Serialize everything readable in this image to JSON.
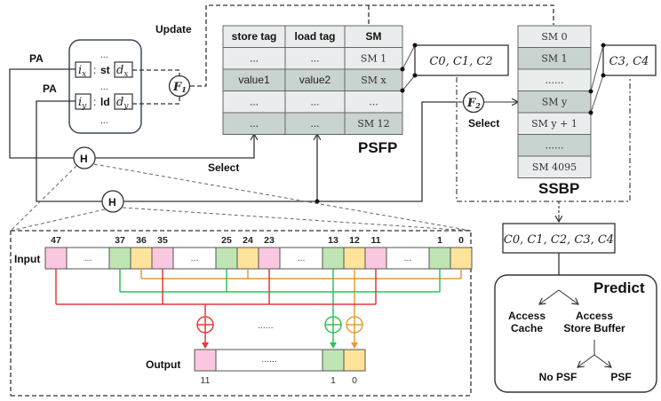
{
  "labels": {
    "update": "Update",
    "pa1": "PA",
    "pa2": "PA",
    "select_psfp": "Select",
    "select_ssbp": "Select",
    "psfp": "PSFP",
    "ssbp": "SSBP",
    "input": "Input",
    "output": "Output",
    "predict": "Predict",
    "access_cache": [
      "Access",
      "Cache"
    ],
    "access_store_buffer": [
      "Access",
      "Store Buffer"
    ],
    "no_psf": "No PSF",
    "psf": "PSF",
    "hash": "H",
    "f1": "F",
    "f1_sub": "1",
    "f2": "F",
    "f2_sub": "2",
    "middle_dots": "......"
  },
  "instr_box": {
    "row1": {
      "index": "i",
      "index_sub": "x",
      "op": "st",
      "dest": "d",
      "dest_sub": "x"
    },
    "row2": {
      "index": "i",
      "index_sub": "y",
      "op": "ld",
      "dest": "d",
      "dest_sub": "y"
    },
    "ellipsis": "..."
  },
  "psfp_table": {
    "headers": [
      "store tag",
      "load tag",
      "SM"
    ],
    "rows": [
      [
        "...",
        "...",
        "SM 1"
      ],
      [
        "value1",
        "value2",
        "SM x"
      ],
      [
        "...",
        "...",
        "..."
      ],
      [
        "...",
        "...",
        "SM 12"
      ]
    ]
  },
  "psfp_counters": "C0, C1, C2",
  "ssbp_table": {
    "rows": [
      "SM 0",
      "SM 1",
      "......",
      "SM y",
      "SM y + 1",
      "......",
      "SM 4095"
    ]
  },
  "ssbp_counters": "C3, C4",
  "all_counters": "C0, C1, C2, C3, C4",
  "hash_detail": {
    "input_bits": [
      {
        "label": "47",
        "color": "pink"
      },
      {
        "label": "",
        "color": "white",
        "text": "..."
      },
      {
        "label": "37",
        "color": "green"
      },
      {
        "label": "36",
        "color": "yellow"
      },
      {
        "label": "35",
        "color": "pink"
      },
      {
        "label": "",
        "color": "white",
        "text": "..."
      },
      {
        "label": "25",
        "color": "green"
      },
      {
        "label": "24",
        "color": "yellow"
      },
      {
        "label": "23",
        "color": "pink"
      },
      {
        "label": "",
        "color": "white",
        "text": "..."
      },
      {
        "label": "13",
        "color": "green"
      },
      {
        "label": "12",
        "color": "yellow"
      },
      {
        "label": "11",
        "color": "pink"
      },
      {
        "label": "",
        "color": "white",
        "text": "..."
      },
      {
        "label": "1",
        "color": "green"
      },
      {
        "label": "0",
        "color": "yellow"
      }
    ],
    "output_bits": [
      {
        "label": "11",
        "color": "pink"
      },
      {
        "label": "",
        "color": "white",
        "text": "......"
      },
      {
        "label": "1",
        "color": "green"
      },
      {
        "label": "0",
        "color": "yellow"
      }
    ]
  },
  "colors": {
    "pink": "#f9c8e0",
    "green": "#bfe5b5",
    "yellow": "#fde49a",
    "white": "#ffffff",
    "red_wire": "#e8383b",
    "green_wire": "#2fc25a",
    "orange_wire": "#e0a030",
    "table_light": "#e9eded",
    "table_dark": "#c9d3cf"
  }
}
